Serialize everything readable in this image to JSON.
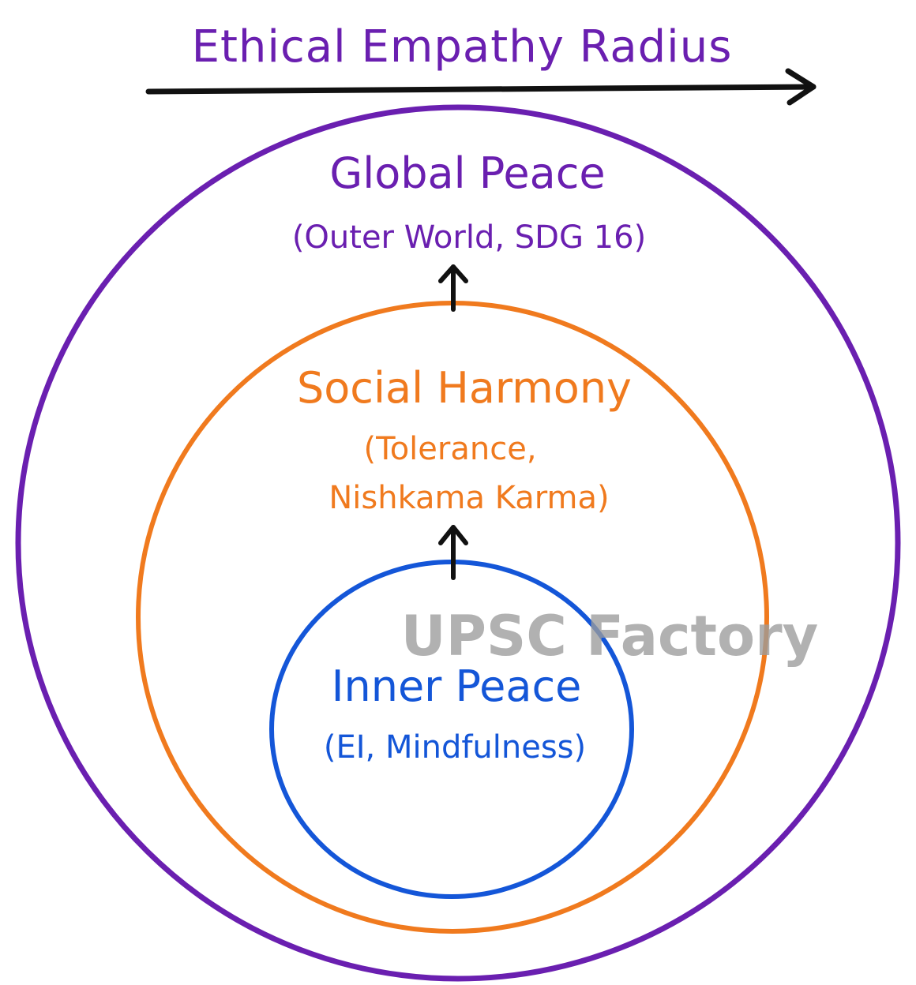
{
  "title": "Ethical Empathy Radius",
  "rings": {
    "outer": {
      "title": "Global Peace",
      "subtitle": "(Outer World, SDG 16)"
    },
    "middle": {
      "title": "Social Harmony",
      "subtitle_line1": "(Tolerance,",
      "subtitle_line2": "Nishkama Karma)"
    },
    "inner": {
      "title": "Inner Peace",
      "subtitle": "(EI, Mindfulness)"
    }
  },
  "watermark": "UPSC Factory",
  "colors": {
    "outer": "#6a1fb0",
    "middle": "#f07a1e",
    "inner": "#1456d8",
    "arrow": "#111111",
    "watermark": "#9b9b9b"
  }
}
